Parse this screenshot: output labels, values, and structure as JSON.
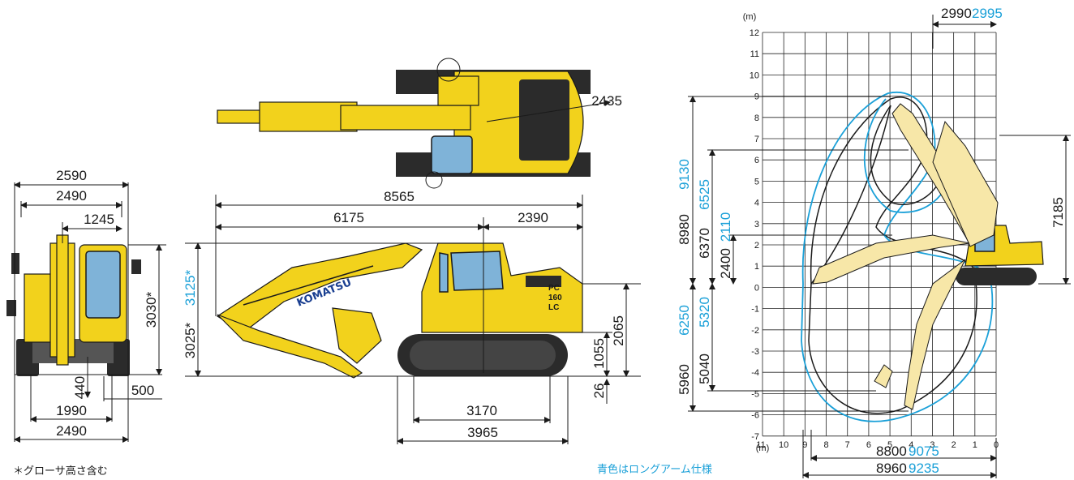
{
  "front_view": {
    "width_total": "2590",
    "width_track": "2490",
    "half_width": "1245",
    "height": "3030*",
    "gauge": "1990",
    "shoe": "500",
    "clearance": "440",
    "width_bottom": "2490"
  },
  "side_view": {
    "overall_length": "8565",
    "front_len": "6175",
    "tail_len": "2390",
    "height_std": "3025*",
    "height_long": "3125*",
    "cab_height": "2065",
    "counterweight_clearance": "1055",
    "ground_clearance": "26",
    "tumbler": "3170",
    "track_len": "3965",
    "brand": "KOMATSU",
    "model_line1": "PC",
    "model_line2": "160",
    "model_line3": "LC"
  },
  "top_view": {
    "tail_radius": "2435"
  },
  "range_chart": {
    "unit_y": "(m)",
    "unit_x": "(m)",
    "y_ticks": [
      "12",
      "11",
      "10",
      "9",
      "8",
      "7",
      "6",
      "5",
      "4",
      "3",
      "2",
      "1",
      "0",
      "-1",
      "-2",
      "-3",
      "-4",
      "-5",
      "-6",
      "-7"
    ],
    "x_ticks": [
      "11",
      "10",
      "9",
      "8",
      "7",
      "6",
      "5",
      "4",
      "3",
      "2",
      "1",
      "0"
    ],
    "min_swing_std": "2990",
    "min_swing_long": "2995",
    "max_height_std": "8980",
    "max_height_long": "9130",
    "dump_height_std": "6370",
    "dump_height_long": "6525",
    "level_cut_std": "2400",
    "level_cut_long": "2110",
    "max_depth_std": "5960",
    "max_depth_long": "6250",
    "vert_depth_std": "5040",
    "vert_depth_long": "5320",
    "max_reach_ground_std": "8800",
    "max_reach_ground_long": "9075",
    "max_reach_std": "8960",
    "max_reach_long": "9235",
    "right_height": "7185"
  },
  "notes": {
    "grouser": "＊グローサ高さ含む",
    "blue_legend": "青色はロングアーム仕様"
  },
  "colors": {
    "machine": "#f2d21c",
    "long_arm": "#1aa0d8",
    "outline": "#1a1a1a"
  }
}
